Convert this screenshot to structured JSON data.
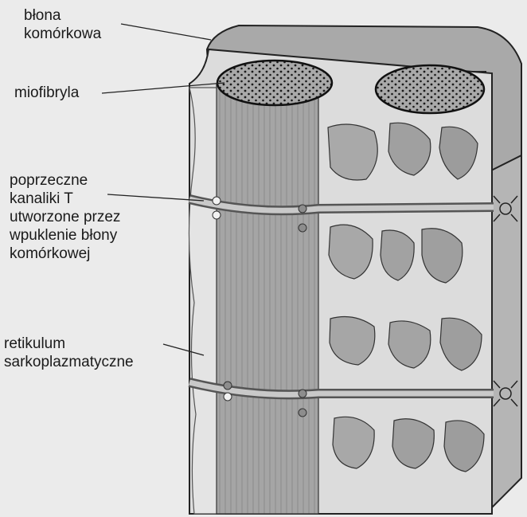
{
  "labels": {
    "cell_membrane": "błona\nkomórkowa",
    "myofibril": "miofibryla",
    "t_tubules": "poprzeczne\nkanaliki T\nutworzone przez\nwpuklenie błony\nkomórkowej",
    "sarcoplasmic_reticulum": "retikulum\nsarkoplazmatyczne"
  },
  "colors": {
    "background": "#ebebeb",
    "fill_light": "#dcdcdc",
    "fill_mid": "#a9a9a9",
    "fill_dark": "#7d7d7d",
    "outline": "#222222"
  }
}
